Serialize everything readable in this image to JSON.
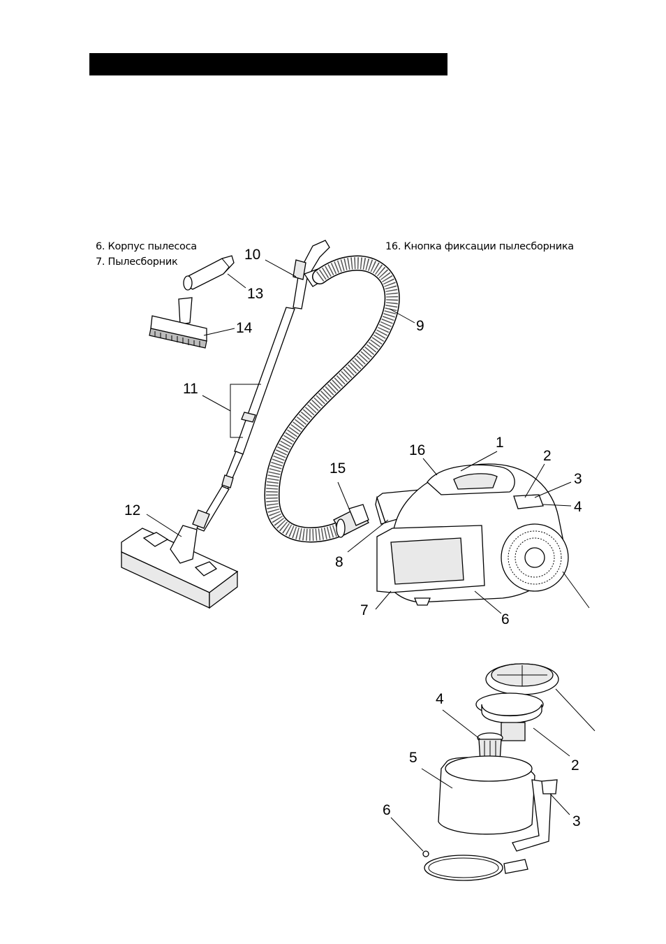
{
  "legend": {
    "item6": "6. Корпус пылесоса",
    "item7": "7. Пылесборник",
    "item16": "16. Кнопка фиксации пылесборника"
  },
  "callouts": {
    "c1": "1",
    "c2": "2",
    "c3": "3",
    "c4": "4",
    "c6": "6",
    "c7": "7",
    "c8": "8",
    "c9": "9",
    "c10": "10",
    "c11": "11",
    "c12": "12",
    "c13": "13",
    "c14": "14",
    "c15": "15",
    "c16": "16"
  },
  "exploded_callouts": {
    "c2": "2",
    "c3": "3",
    "c4": "4",
    "c5": "5",
    "c6": "6"
  }
}
